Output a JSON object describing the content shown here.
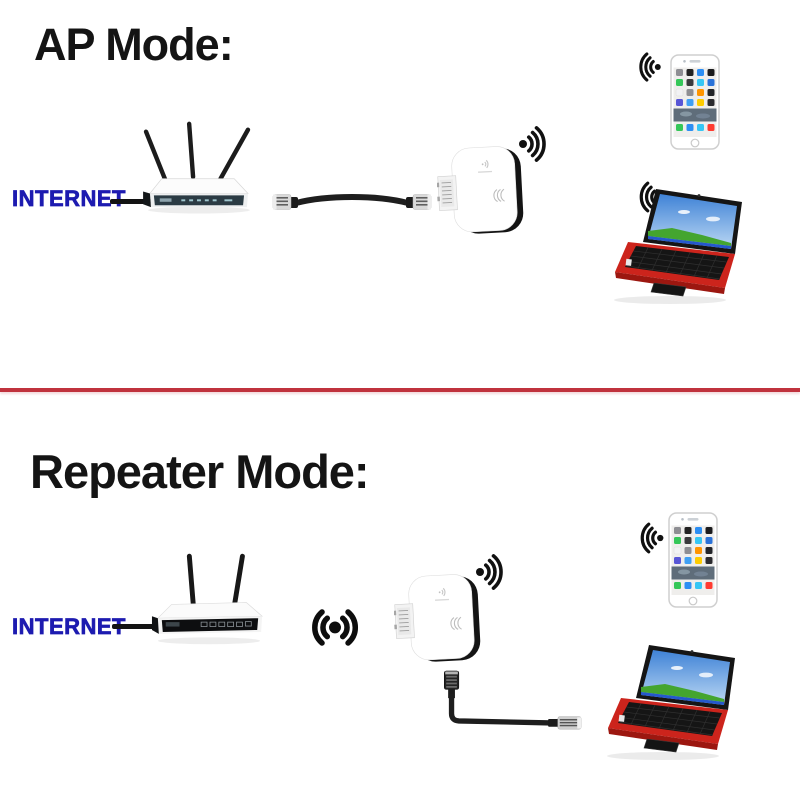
{
  "ap_mode": {
    "title": "AP Mode:",
    "internet_label": "INTERNET",
    "device_icons": [
      "wireless-router-3-antennas",
      "ethernet-cable",
      "wall-plug-wifi-repeater",
      "smartphone",
      "laptop"
    ]
  },
  "repeater_mode": {
    "title": "Repeater Mode:",
    "internet_label": "INTERNET",
    "device_icons": [
      "wireless-router-2-antennas",
      "wireless-broadcast-signal",
      "wall-plug-wifi-repeater",
      "ethernet-cable",
      "smartphone",
      "laptop"
    ]
  },
  "icons": {
    "wifi_signal": "wifi-arcs-with-dot",
    "wireless_link": "double-sided-broadcast-dot"
  },
  "colors": {
    "title_text": "#141414",
    "internet_text": "#1d1bb0",
    "divider": "#c0323d",
    "laptop_body": "#cc241c",
    "cable_black": "#1e1e1e"
  }
}
